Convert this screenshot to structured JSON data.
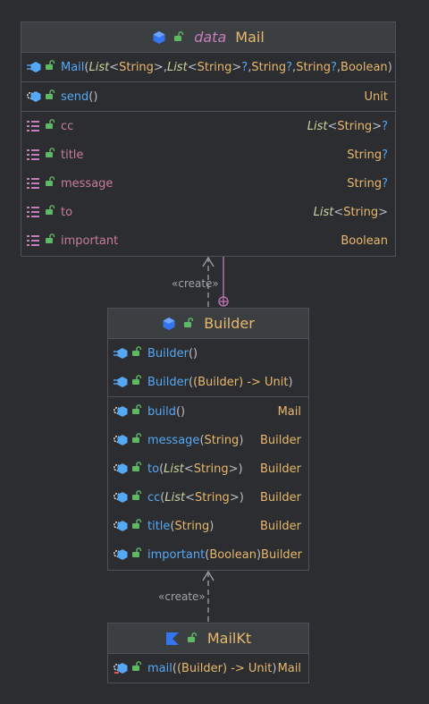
{
  "mail_class": {
    "keyword": "data",
    "name": "Mail",
    "constructor": {
      "name": "Mail",
      "params": [
        {
          "generic": "List",
          "arg": "String",
          "nullable": ""
        },
        {
          "generic": "List",
          "arg": "String",
          "nullable": "?"
        },
        {
          "type": "String",
          "nullable": "?"
        },
        {
          "type": "String",
          "nullable": "?"
        },
        {
          "type": "Boolean",
          "nullable": ""
        }
      ]
    },
    "methods": [
      {
        "name": "send",
        "return": "Unit"
      }
    ],
    "fields": [
      {
        "name": "cc",
        "type_generic": "List",
        "type_arg": "String",
        "nullable": "?"
      },
      {
        "name": "title",
        "type": "String",
        "nullable": "?"
      },
      {
        "name": "message",
        "type": "String",
        "nullable": "?"
      },
      {
        "name": "to",
        "type_generic": "List",
        "type_arg": "String",
        "nullable": ""
      },
      {
        "name": "important",
        "type": "Boolean",
        "nullable": ""
      }
    ]
  },
  "builder_class": {
    "name": "Builder",
    "constructors": [
      {
        "name": "Builder",
        "param_text": ""
      },
      {
        "name": "Builder",
        "param_text": "(Builder) -> Unit"
      }
    ],
    "methods": [
      {
        "name": "build",
        "param": "",
        "return": "Mail"
      },
      {
        "name": "message",
        "param": "String",
        "return": "Builder"
      },
      {
        "name": "to",
        "param_generic": "List",
        "param_arg": "String",
        "return": "Builder"
      },
      {
        "name": "cc",
        "param_generic": "List",
        "param_arg": "String",
        "return": "Builder"
      },
      {
        "name": "title",
        "param": "String",
        "return": "Builder"
      },
      {
        "name": "important",
        "param": "Boolean",
        "return": "Builder"
      }
    ]
  },
  "mailkt_class": {
    "name": "MailKt",
    "methods": [
      {
        "name": "mail",
        "param": "(Builder) -> Unit",
        "return": "Mail"
      }
    ]
  },
  "relations": {
    "create_label_1": "«create»",
    "create_label_2": "«create»"
  },
  "colors": {
    "background": "#2b2d30",
    "header": "#3c3f41",
    "method": "#56a8f5",
    "field": "#c77d9b",
    "type": "#e8b86d",
    "keyword": "#c77dbb",
    "nested_line": "#c77dbb"
  }
}
